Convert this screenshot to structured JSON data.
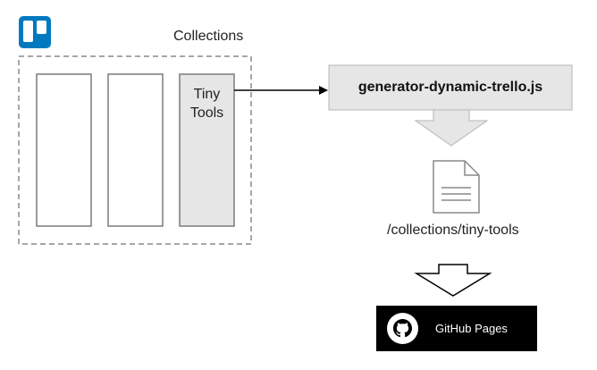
{
  "logo": {
    "name": "trello-logo-icon",
    "color": "#0079BF"
  },
  "collections": {
    "title": "Collections",
    "columns": [
      {
        "label": ""
      },
      {
        "label": ""
      },
      {
        "label": "Tiny Tools",
        "label_lines": [
          "Tiny",
          "Tools"
        ],
        "highlighted": true
      }
    ]
  },
  "script": {
    "name": "generator-dynamic-trello.js"
  },
  "output_file": {
    "icon": "document-icon",
    "path": "/collections/tiny-tools"
  },
  "deploy": {
    "icon": "github-icon",
    "label": "GitHub Pages"
  },
  "colors": {
    "box_fill": "#e6e6e6",
    "box_stroke": "#7a7a7a",
    "dashed_border": "#8a8a8a",
    "badge_bg": "#000000",
    "badge_text": "#ffffff"
  }
}
